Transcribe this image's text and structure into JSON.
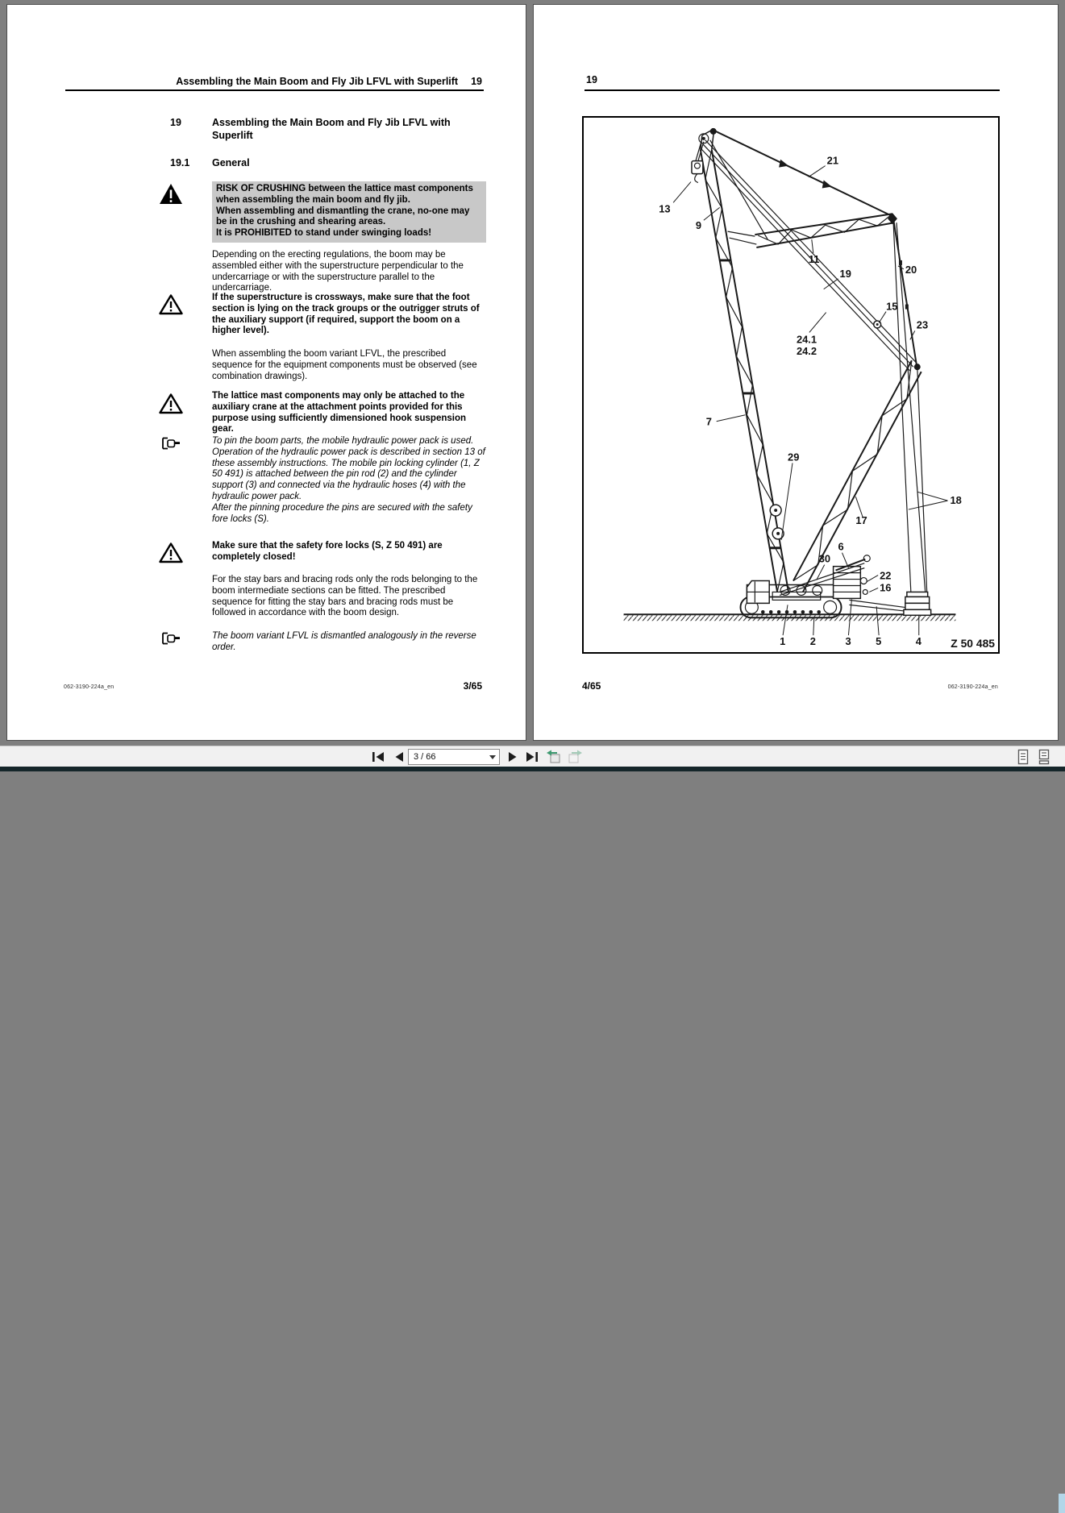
{
  "colors": {
    "viewer_background": "#7f7f7f",
    "warning_box_background": "#c8c8c8",
    "toolbar_background": "#f1f1f1",
    "bottom_strip": "#15262a",
    "view_history_arrow_green": "#3d9970",
    "toolbar_right_sliver_blue": "#b3d6e9"
  },
  "left_page": {
    "header": {
      "title": "Assembling the Main Boom and Fly Jib LFVL with Superlift",
      "chapter": "19"
    },
    "heading_19": {
      "num": "19",
      "text": "Assembling the Main Boom and Fly Jib LFVL with Superlift"
    },
    "heading_19_1": {
      "num": "19.1",
      "text": "General"
    },
    "warning_crushing": "RISK OF CRUSHING between the lattice mast components when assembling the main boom and fly jib.\nWhen assembling and dismantling the crane, no-one may be in the crushing and shearing areas.\nIt is PROHIBITED to stand under swinging loads!",
    "para_erecting": "Depending on the erecting regulations, the boom may be assembled either with the superstructure perpendicular to the undercarriage or with the superstructure parallel to the undercarriage.",
    "warning_crossways": "If the superstructure is crossways, make sure that the foot section is lying on the track groups or the outrigger struts of the auxiliary support (if required, support the boom on a higher level).",
    "para_sequence": "When assembling the boom variant LFVL, the prescribed sequence for the equipment components must be observed (see combination drawings).",
    "warning_lattice": "The lattice mast components may only be attached to the auxiliary crane at the attachment points provided for this purpose using sufficiently dimensioned hook suspension gear.",
    "note_power_pack": "To pin the boom parts, the mobile hydraulic power pack is used. Operation of the hydraulic power pack is described in section 13 of these assembly instructions. The mobile pin locking cylinder (1, Z 50 491) is attached between the pin rod (2) and the cylinder support (3) and connected via the hydraulic hoses (4) with the hydraulic power pack.\nAfter the pinning procedure the pins are secured with the safety fore locks (S).",
    "warning_fore_locks": "Make sure that the safety fore locks (S, Z 50 491) are completely closed!",
    "para_stay_bars": "For the stay bars and bracing rods only the rods belonging to the boom intermediate sections can be fitted. The prescribed sequence for fitting the stay bars and bracing rods must be followed in accordance with the boom design.",
    "note_reverse": "The boom variant LFVL is dismantled analogously in the reverse order.",
    "footer": {
      "doc_number": "062-3190-224a_en",
      "page_number": "3/65"
    }
  },
  "right_page": {
    "header": {
      "chapter": "19"
    },
    "figure": {
      "code": "Z 50 485",
      "labels": [
        "21",
        "13",
        "9",
        "11",
        "19",
        "20",
        "15",
        "23",
        "24.1",
        "24.2",
        "7",
        "29",
        "17",
        "18",
        "6",
        "30",
        "22",
        "16",
        "1",
        "2",
        "3",
        "5",
        "4"
      ]
    },
    "footer": {
      "page_number": "4/65",
      "doc_number": "062-3190-224a_en"
    }
  },
  "toolbar": {
    "page_field": "3 / 66",
    "icons": [
      "first-page",
      "previous-page",
      "page-number-dropdown",
      "next-page",
      "last-page",
      "previous-view",
      "next-view",
      "single-page-view",
      "continuous-view"
    ]
  }
}
